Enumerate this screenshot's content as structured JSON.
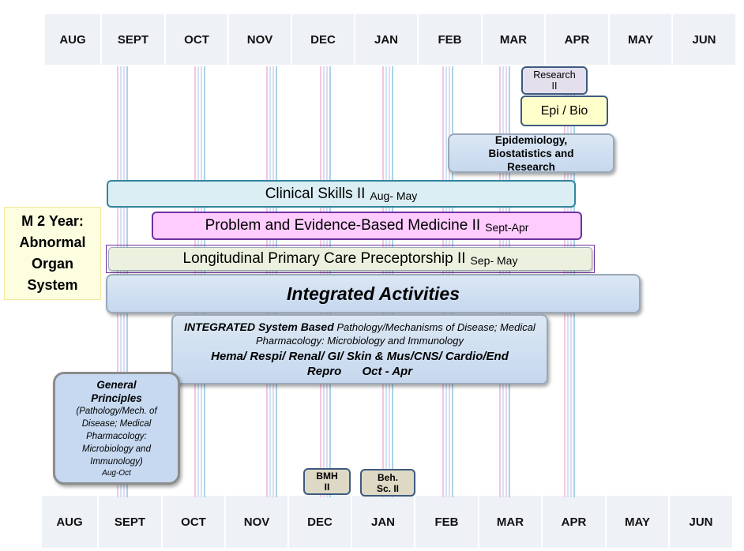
{
  "months": [
    "AUG",
    "SEPT",
    "OCT",
    "NOV",
    "DEC",
    "JAN",
    "FEB",
    "MAR",
    "APR",
    "MAY",
    "JUN"
  ],
  "side_label": "M 2 Year: Abnormal Organ System",
  "research_ii": "Research II",
  "epi_bio": "Epi / Bio",
  "epi_course": "Epidemiology, Biostatistics and Research",
  "clinical_skills": {
    "name": "Clinical Skills II",
    "dates": "Aug- May"
  },
  "pebm": {
    "name": "Problem and Evidence-Based Medicine II",
    "dates": "Sept-Apr"
  },
  "lpcp": {
    "name": "Longitudinal Primary Care Preceptorship II",
    "dates": "Sep- May"
  },
  "integrated_activities": "Integrated Activities",
  "integrated_system": {
    "title": "INTEGRATED System Based",
    "subtitle": "Pathology/Mechanisms of Disease; Medical Pharmacology: Microbiology and Immunology",
    "systems": "Hema/ Respi/ Renal/ GI/ Skin & Mus/CNS/ Cardio/End",
    "repro": "Repro",
    "dates": "Oct - Apr"
  },
  "general_principles": {
    "title": "General Principles",
    "body": "(Pathology/Mech. of Disease; Medical Pharmacology: Microbiology and Immunology)",
    "dates": "Aug-Oct"
  },
  "bmh": "BMH II",
  "beh_sc": "Beh. Sc. II",
  "colors": {
    "month_bg": "#eef1f6",
    "clinical": "#daeef3",
    "pebm": "#ffccff",
    "lpcp": "#ebf1de",
    "epi_bio": "#ffffcc",
    "side": "#fdfde0"
  }
}
